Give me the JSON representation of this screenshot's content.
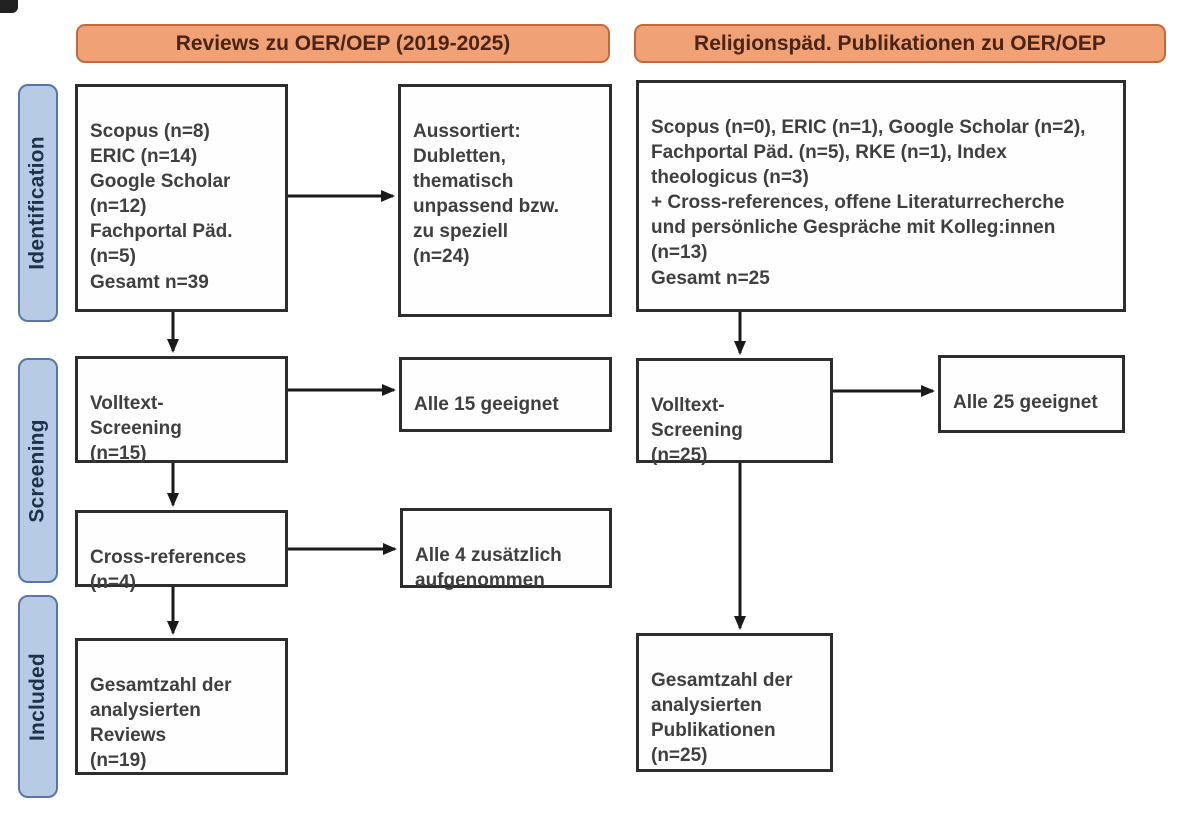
{
  "figure": {
    "type": "prisma-flow-diagram",
    "language": "de"
  },
  "colors": {
    "header_fill": "#F0A175",
    "header_border": "#C3683C",
    "header_text": "#4B2417",
    "stage_fill": "#B8CBE5",
    "stage_border": "#5577A8",
    "stage_text": "#1E3250",
    "box_border": "#2D2D2D",
    "box_text": "#3F3F3F",
    "arrow": "#1A1A1A",
    "background": "#FFFFFF"
  },
  "headers": {
    "left": "Reviews zu OER/OEP (2019-2025)",
    "right": "Religionspäd. Publikationen zu OER/OEP"
  },
  "stages": {
    "identification": "Identification",
    "screening": "Screening",
    "included": "Included"
  },
  "boxes": {
    "left_sources": "Scopus (n=8)\nERIC (n=14)\nGoogle Scholar\n(n=12)\nFachportal Päd.\n(n=5)\nGesamt n=39",
    "left_excluded": "Aussortiert:\nDubletten,\nthematisch\nunpassend bzw.\nzu speziell\n(n=24)",
    "left_fulltext": "Volltext-\nScreening\n(n=15)",
    "left_eligible": "Alle 15 geeignet",
    "left_crossref": "Cross-references\n(n=4)",
    "left_added": "Alle 4 zusätzlich\naufgenommen",
    "left_included": "Gesamtzahl der\nanalysierten\nReviews\n(n=19)",
    "right_sources": "Scopus (n=0), ERIC (n=1), Google Scholar (n=2),\nFachportal Päd. (n=5), RKE (n=1), Index\ntheologicus (n=3)\n+ Cross-references, offene Literaturrecherche\nund persönliche Gespräche mit Kolleg:innen\n(n=13)\nGesamt n=25",
    "right_fulltext": "Volltext-\nScreening\n(n=25)",
    "right_eligible": "Alle 25 geeignet",
    "right_included": "Gesamtzahl der\nanalysierten\nPublikationen\n(n=25)"
  }
}
